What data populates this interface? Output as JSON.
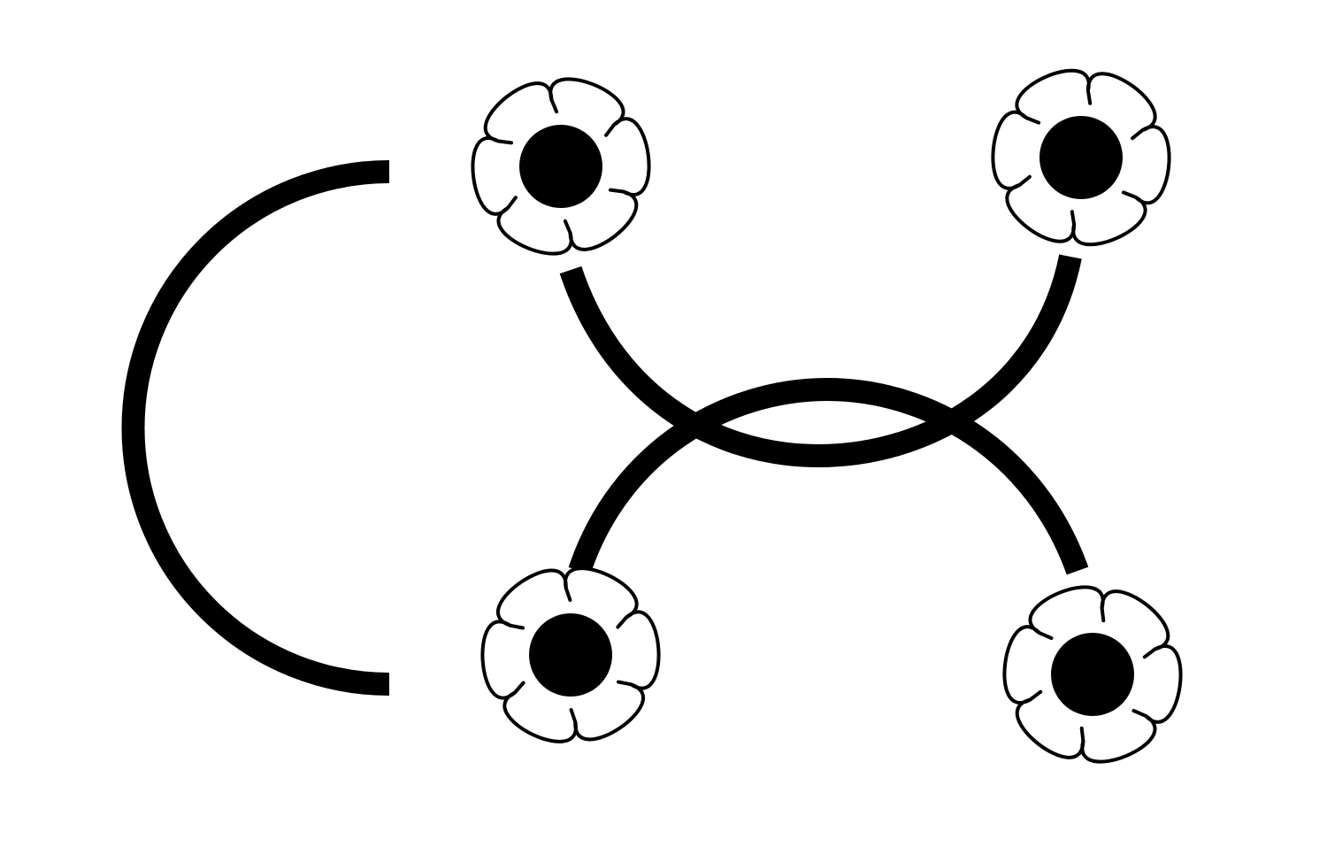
{
  "figure": {
    "background_color": "#ffffff",
    "line_color": "#000000",
    "elements": [
      {
        "name": "left-arc",
        "kind": "semicircle-outline",
        "opens": "right"
      },
      {
        "name": "upper-arc",
        "kind": "arc",
        "opens": "up",
        "endpoints": [
          "flower-top-left",
          "flower-top-right"
        ]
      },
      {
        "name": "lower-arc",
        "kind": "arc",
        "opens": "down",
        "endpoints": [
          "flower-bottom-left",
          "flower-bottom-right"
        ]
      }
    ],
    "flowers": [
      {
        "name": "flower-top-left",
        "petals": 6
      },
      {
        "name": "flower-top-right",
        "petals": 6
      },
      {
        "name": "flower-bottom-left",
        "petals": 6
      },
      {
        "name": "flower-bottom-right",
        "petals": 6
      }
    ]
  }
}
